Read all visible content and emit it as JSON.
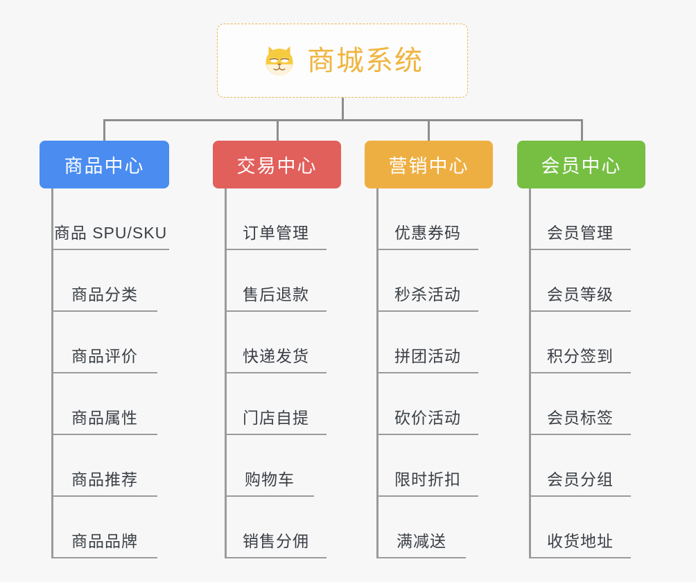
{
  "background": "#f7f7f7",
  "root": {
    "title": "商城系统",
    "icon": "shiba-dog-face-icon",
    "text_color": "#f0b43f",
    "border_color": "#efb64d",
    "background": "#fdfdfd"
  },
  "connector_color": "#8d8d8d",
  "columns": [
    {
      "header": "商品中心",
      "color": "#4a8cf0",
      "items": [
        "商品 SPU/SKU",
        "商品分类",
        "商品评价",
        "商品属性",
        "商品推荐",
        "商品品牌"
      ]
    },
    {
      "header": "交易中心",
      "color": "#e1605c",
      "items": [
        "订单管理",
        "售后退款",
        "快递发货",
        "门店自提",
        "购物车",
        "销售分佣"
      ]
    },
    {
      "header": "营销中心",
      "color": "#eeaf42",
      "items": [
        "优惠券码",
        "秒杀活动",
        "拼团活动",
        "砍价活动",
        "限时折扣",
        "满减送"
      ]
    },
    {
      "header": "会员中心",
      "color": "#76bf43",
      "items": [
        "会员管理",
        "会员等级",
        "积分签到",
        "会员标签",
        "会员分组",
        "收货地址"
      ]
    }
  ]
}
